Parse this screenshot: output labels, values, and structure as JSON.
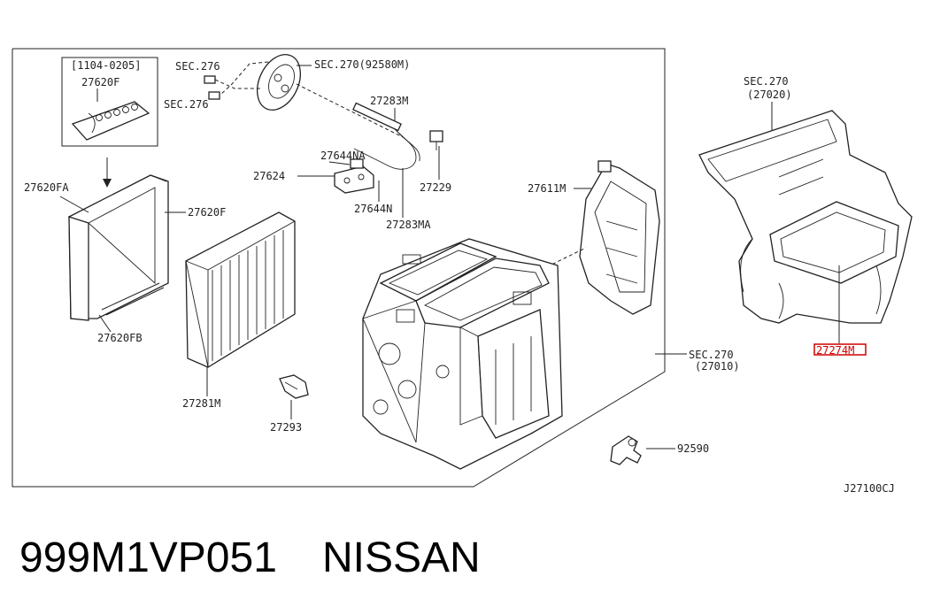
{
  "diagram": {
    "code": "J27100CJ",
    "labels": {
      "date_range": "[1104-0205]",
      "p27620F_box": "27620F",
      "p27620FA": "27620FA",
      "p27620F": "27620F",
      "p27620FB": "27620FB",
      "p27281M": "27281M",
      "p27293": "27293",
      "sec276_top": "SEC.276",
      "sec276_bottom": "SEC.276",
      "sec270_92580M": "SEC.270(92580M)",
      "p27283M": "27283M",
      "p27644NA": "27644NA",
      "p27624": "27624",
      "p27644N": "27644N",
      "p27283MA": "27283MA",
      "p27229": "27229",
      "p27611M": "27611M",
      "sec270_27010_a": "SEC.270",
      "sec270_27010_b": "(27010)",
      "sec270_27020_a": "SEC.270",
      "sec270_27020_b": "(27020)",
      "p27274M": "27274M",
      "p92590": "92590"
    }
  },
  "footer": {
    "part_number": "999M1VP051",
    "brand": "NISSAN"
  },
  "colors": {
    "line": "#222222",
    "highlight": "#d00000"
  }
}
